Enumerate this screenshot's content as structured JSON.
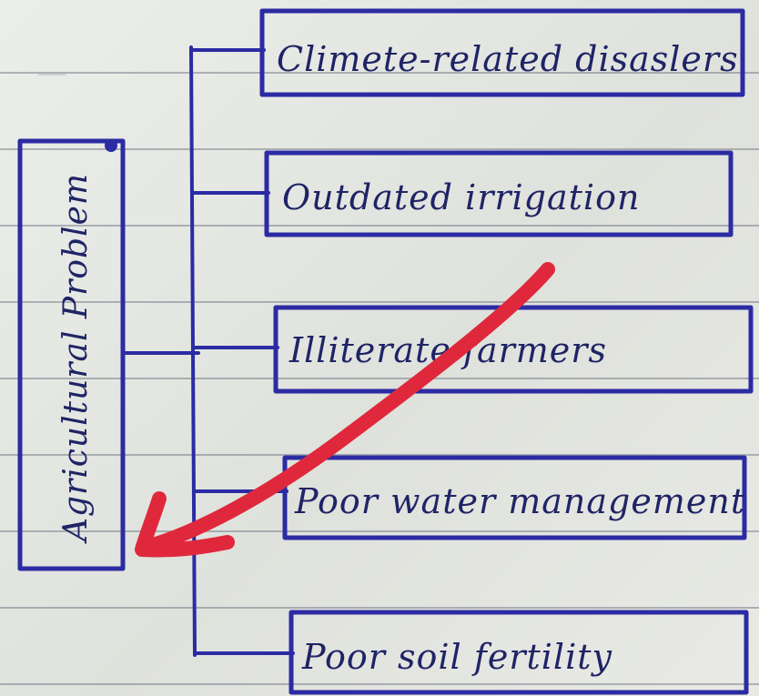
{
  "diagram": {
    "root": {
      "label": "Agricultural Problem"
    },
    "branches": [
      {
        "label": "Climete-related disaslers"
      },
      {
        "label": "Outdated irrigation"
      },
      {
        "label": "Illiterate farmers"
      },
      {
        "label": "Poor water management"
      },
      {
        "label": "Poor soil fertility"
      }
    ]
  },
  "colors": {
    "ink": "#2b2ba4",
    "text": "#1f2466",
    "arrow": "#e0283c",
    "paper": "#e6e7e3"
  }
}
